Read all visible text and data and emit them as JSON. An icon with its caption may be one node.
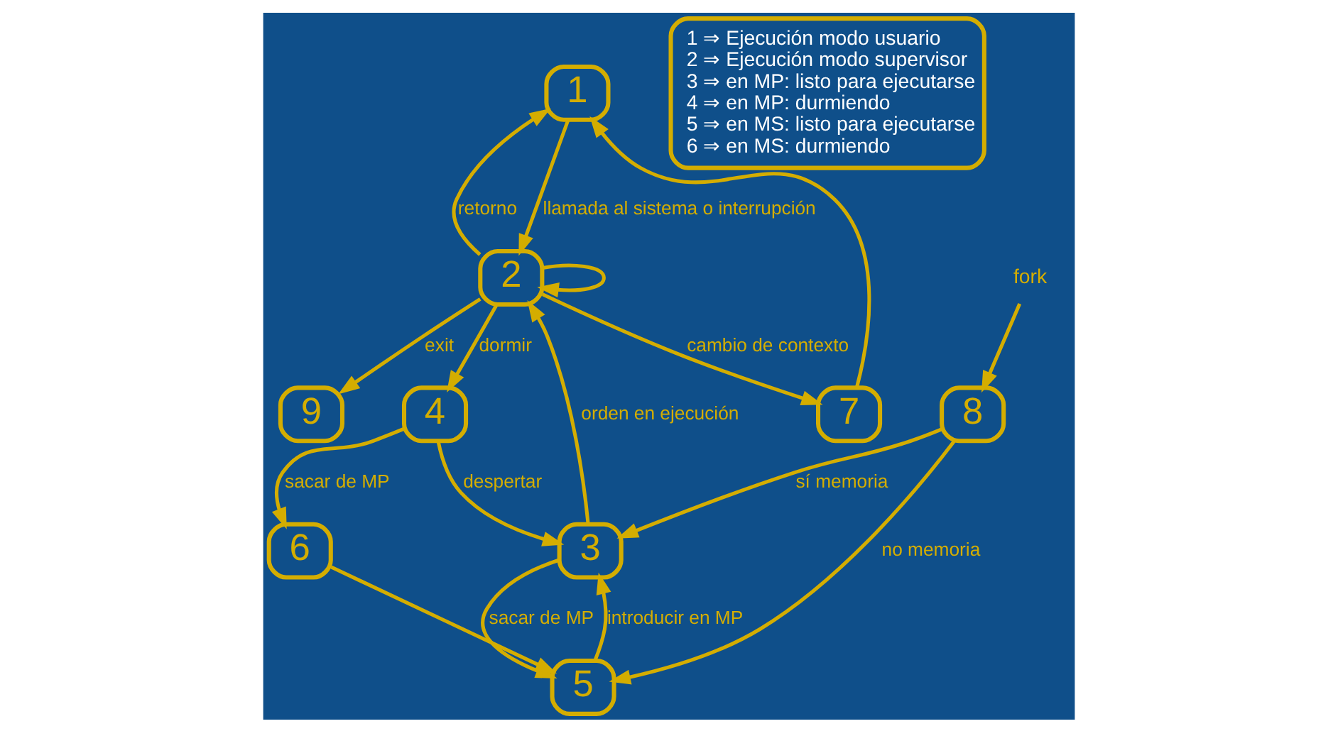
{
  "diagram": {
    "nodes": [
      {
        "text": [
          "1"
        ]
      },
      {
        "text": [
          "2"
        ]
      },
      {
        "text": [
          "3"
        ]
      },
      {
        "text": [
          "4"
        ]
      },
      {
        "text": [
          "5"
        ]
      },
      {
        "text": [
          "6"
        ]
      },
      {
        "text": [
          "7"
        ]
      },
      {
        "text": [
          "8"
        ]
      },
      {
        "text": [
          "9"
        ]
      },
      {
        "text": [
          "fork"
        ]
      },
      {
        "text": [
          "1 ⇒ Ejecución modo usuario",
          "2 ⇒ Ejecución modo supervisor",
          "3 ⇒ en MP: listo para ejecutarse",
          "4 ⇒ en MP: durmiendo",
          "5 ⇒ en MS: listo para ejecutarse",
          "6 ⇒ en MS: durmiendo"
        ]
      }
    ],
    "edges": [
      {
        "from": 0,
        "to": 1,
        "arrow": "to",
        "label": "llamada al sistema o interrupción"
      },
      {
        "from": 1,
        "to": 0,
        "arrow": "to",
        "label": "retorno"
      },
      {
        "from": 1,
        "to": 1,
        "arrow": "to"
      },
      {
        "from": 1,
        "to": 8,
        "arrow": "to",
        "label": "exit"
      },
      {
        "from": 1,
        "to": 6,
        "arrow": "to",
        "label": "cambio de contexto"
      },
      {
        "from": 6,
        "to": 0,
        "arrow": "to"
      },
      {
        "from": 1,
        "to": 3,
        "arrow": "to",
        "label": "dormir"
      },
      {
        "from": 2,
        "to": 1,
        "arrow": "to",
        "label": "orden en ejecución"
      },
      {
        "from": 3,
        "to": 2,
        "arrow": "to",
        "label": "despertar"
      },
      {
        "from": 3,
        "to": 5,
        "arrow": "to",
        "label": "sacar de MP"
      },
      {
        "from": 5,
        "to": 4,
        "arrow": "to"
      },
      {
        "from": 2,
        "to": 4,
        "arrow": "to",
        "label": "sacar de MP"
      },
      {
        "from": 4,
        "to": 2,
        "arrow": "to",
        "label": "introducir en MP"
      },
      {
        "from": 7,
        "to": 2,
        "arrow": "to",
        "label": "sí memoria"
      },
      {
        "from": 7,
        "to": 4,
        "arrow": "to",
        "label": "no memoria"
      },
      {
        "from": 9,
        "to": 7,
        "arrow": "to"
      }
    ]
  }
}
